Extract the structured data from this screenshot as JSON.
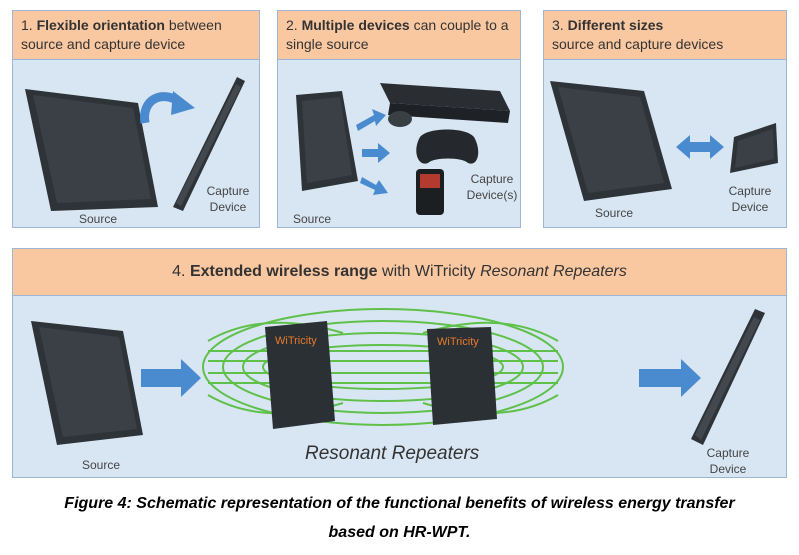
{
  "panels": [
    {
      "number": "1.",
      "heading_bold": "Flexible orientation",
      "heading_rest": " between source and capture device",
      "labels": {
        "source": "Source",
        "capture": "Capture Device"
      }
    },
    {
      "number": "2.",
      "heading_bold": "Multiple devices",
      "heading_rest": " can couple to a single source",
      "labels": {
        "source": "Source",
        "capture": "Capture Device(s)"
      }
    },
    {
      "number": "3.",
      "heading_bold": "Different sizes",
      "heading_rest": " source and capture devices",
      "labels": {
        "source": "Source",
        "capture": "Capture Device"
      }
    }
  ],
  "range_panel": {
    "number": "4.",
    "heading_bold": "Extended wireless range",
    "heading_mid": " with WiTricity ",
    "heading_italic": "Resonant Repeaters",
    "repeater_brand": "WiTricity",
    "repeaters_label": "Resonant Repeaters",
    "labels": {
      "source": "Source",
      "capture": "Capture Device"
    }
  },
  "caption": {
    "line1": "Figure 4: Schematic representation of the functional benefits of wireless energy transfer",
    "line2": "based on HR-WPT."
  },
  "colors": {
    "panel_bg": "#d8e6f3",
    "header_bg": "#f9c8a1",
    "arrow": "#4a8bd0",
    "field_lines": "#5fc04a",
    "device": "#2e3338"
  }
}
